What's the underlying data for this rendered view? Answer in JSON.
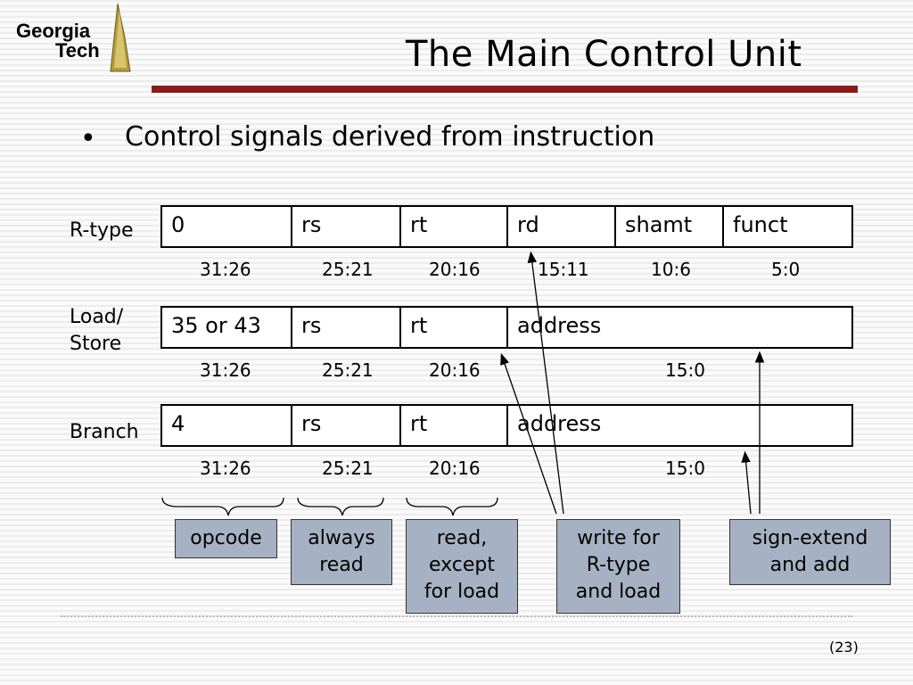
{
  "logo": {
    "line1": "Georgia",
    "line2": "Tech"
  },
  "title": "The Main Control Unit",
  "bullet": "Control signals derived from instruction",
  "rtype": {
    "label": "R-type",
    "fields": [
      "0",
      "rs",
      "rt",
      "rd",
      "shamt",
      "funct"
    ],
    "bits": [
      "31:26",
      "25:21",
      "20:16",
      "15:11",
      "10:6",
      "5:0"
    ]
  },
  "loadstore": {
    "label_line1": "Load/",
    "label_line2": "Store",
    "fields": [
      "35 or 43",
      "rs",
      "rt",
      "address"
    ],
    "bits": [
      "31:26",
      "25:21",
      "20:16",
      "15:0"
    ]
  },
  "branch": {
    "label": "Branch",
    "fields": [
      "4",
      "rs",
      "rt",
      "address"
    ],
    "bits": [
      "31:26",
      "25:21",
      "20:16",
      "15:0"
    ]
  },
  "boxes": {
    "opcode": [
      "opcode"
    ],
    "always_read": [
      "always",
      "read"
    ],
    "read_except": [
      "read,",
      "except",
      "for load"
    ],
    "write_for": [
      "write for",
      "R-type",
      "and load"
    ],
    "sign_extend": [
      "sign-extend",
      "and add"
    ]
  },
  "colors": {
    "title_rule": "#8b1a1a",
    "box_fill": "#a6b2c3"
  },
  "page_number": "(23)"
}
